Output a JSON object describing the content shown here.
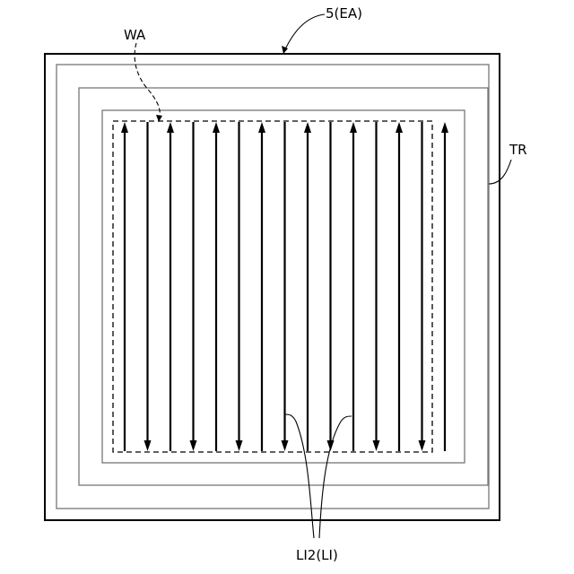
{
  "labels": {
    "substrate": "5(EA)",
    "work_area": "WA",
    "track": "TR",
    "scan_lines": "LI2(LI)"
  },
  "colors": {
    "ink": "#000000",
    "frame_gray": "#777777",
    "background": "#ffffff"
  },
  "scan": {
    "line_count": 15,
    "first_direction": "up",
    "alternating": true
  }
}
